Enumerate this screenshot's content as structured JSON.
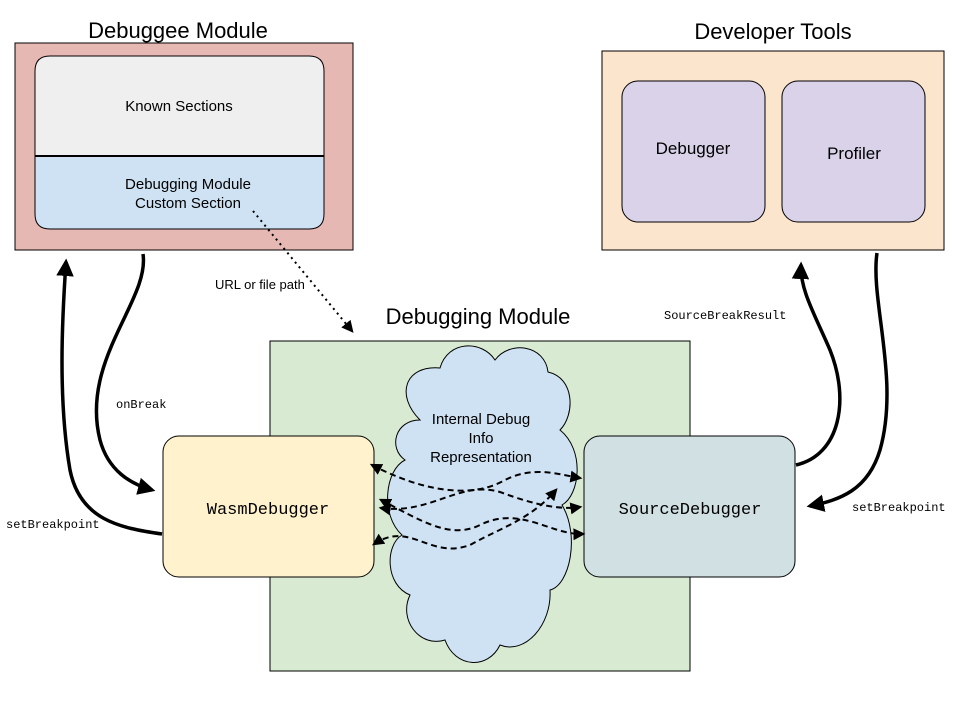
{
  "debuggee": {
    "title": "Debuggee Module",
    "known_sections": "Known Sections",
    "custom_section_line1": "Debugging Module",
    "custom_section_line2": "Custom Section"
  },
  "devtools": {
    "title": "Developer Tools",
    "debugger": "Debugger",
    "profiler": "Profiler"
  },
  "debugging_module": {
    "title": "Debugging Module",
    "wasm_debugger": "WasmDebugger",
    "source_debugger": "SourceDebugger",
    "cloud_line1": "Internal Debug",
    "cloud_line2": "Info",
    "cloud_line3": "Representation"
  },
  "edges": {
    "url_or_file_path": "URL or file path",
    "on_break": "onBreak",
    "set_breakpoint_left": "setBreakpoint",
    "source_break_result": "SourceBreakResult",
    "set_breakpoint_right": "setBreakpoint"
  },
  "colors": {
    "debuggee_bg": "#e6b8b3",
    "known_sections_bg": "#efefef",
    "custom_section_bg": "#cfe2f3",
    "devtools_bg": "#fce5cd",
    "tool_box_bg": "#d9d2e9",
    "debugging_module_bg": "#d9ead3",
    "wasm_debugger_bg": "#fff2cc",
    "source_debugger_bg": "#d0e0e3",
    "cloud_bg": "#cfe2f3"
  }
}
